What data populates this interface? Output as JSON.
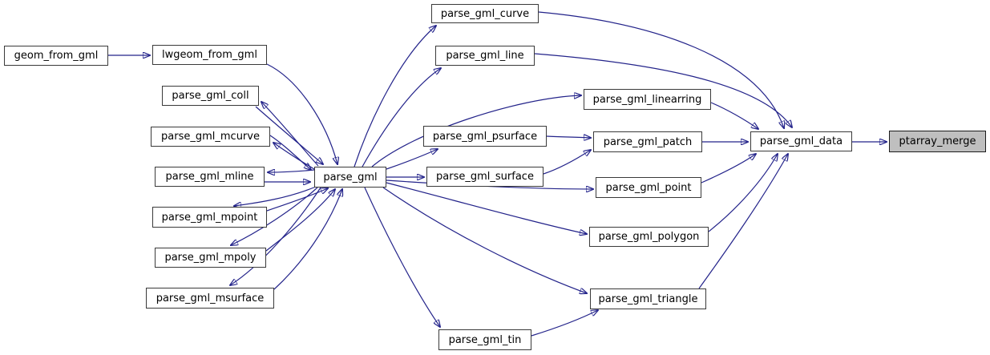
{
  "graph": {
    "kind": "function-call-graph",
    "colors": {
      "background": "#ffffff",
      "edge": "#23238a",
      "node_fill": "#ffffff",
      "node_border": "#3a3a3a",
      "highlighted_node_fill": "#bfbfbf"
    },
    "highlighted_node": "ptarray_merge",
    "nodes": [
      {
        "id": "geom_from_gml",
        "label": "geom_from_gml",
        "highlighted": false
      },
      {
        "id": "lwgeom_from_gml",
        "label": "lwgeom_from_gml",
        "highlighted": false
      },
      {
        "id": "parse_gml_coll",
        "label": "parse_gml_coll",
        "highlighted": false
      },
      {
        "id": "parse_gml_mcurve",
        "label": "parse_gml_mcurve",
        "highlighted": false
      },
      {
        "id": "parse_gml_mline",
        "label": "parse_gml_mline",
        "highlighted": false
      },
      {
        "id": "parse_gml_mpoint",
        "label": "parse_gml_mpoint",
        "highlighted": false
      },
      {
        "id": "parse_gml_mpoly",
        "label": "parse_gml_mpoly",
        "highlighted": false
      },
      {
        "id": "parse_gml_msurface",
        "label": "parse_gml_msurface",
        "highlighted": false
      },
      {
        "id": "parse_gml",
        "label": "parse_gml",
        "highlighted": false
      },
      {
        "id": "parse_gml_curve",
        "label": "parse_gml_curve",
        "highlighted": false
      },
      {
        "id": "parse_gml_line",
        "label": "parse_gml_line",
        "highlighted": false
      },
      {
        "id": "parse_gml_psurface",
        "label": "parse_gml_psurface",
        "highlighted": false
      },
      {
        "id": "parse_gml_surface",
        "label": "parse_gml_surface",
        "highlighted": false
      },
      {
        "id": "parse_gml_tin",
        "label": "parse_gml_tin",
        "highlighted": false
      },
      {
        "id": "parse_gml_linearring",
        "label": "parse_gml_linearring",
        "highlighted": false
      },
      {
        "id": "parse_gml_patch",
        "label": "parse_gml_patch",
        "highlighted": false
      },
      {
        "id": "parse_gml_point",
        "label": "parse_gml_point",
        "highlighted": false
      },
      {
        "id": "parse_gml_polygon",
        "label": "parse_gml_polygon",
        "highlighted": false
      },
      {
        "id": "parse_gml_triangle",
        "label": "parse_gml_triangle",
        "highlighted": false
      },
      {
        "id": "parse_gml_data",
        "label": "parse_gml_data",
        "highlighted": false
      },
      {
        "id": "ptarray_merge",
        "label": "ptarray_merge",
        "highlighted": true
      }
    ],
    "edges": [
      {
        "from": "geom_from_gml",
        "to": "lwgeom_from_gml"
      },
      {
        "from": "lwgeom_from_gml",
        "to": "parse_gml"
      },
      {
        "from": "parse_gml",
        "to": "parse_gml_coll"
      },
      {
        "from": "parse_gml_coll",
        "to": "parse_gml"
      },
      {
        "from": "parse_gml",
        "to": "parse_gml_mcurve"
      },
      {
        "from": "parse_gml_mcurve",
        "to": "parse_gml"
      },
      {
        "from": "parse_gml",
        "to": "parse_gml_mline"
      },
      {
        "from": "parse_gml_mline",
        "to": "parse_gml"
      },
      {
        "from": "parse_gml",
        "to": "parse_gml_mpoint"
      },
      {
        "from": "parse_gml_mpoint",
        "to": "parse_gml"
      },
      {
        "from": "parse_gml",
        "to": "parse_gml_mpoly"
      },
      {
        "from": "parse_gml_mpoly",
        "to": "parse_gml"
      },
      {
        "from": "parse_gml",
        "to": "parse_gml_msurface"
      },
      {
        "from": "parse_gml_msurface",
        "to": "parse_gml"
      },
      {
        "from": "parse_gml",
        "to": "parse_gml_curve"
      },
      {
        "from": "parse_gml",
        "to": "parse_gml_line"
      },
      {
        "from": "parse_gml",
        "to": "parse_gml_linearring"
      },
      {
        "from": "parse_gml",
        "to": "parse_gml_psurface"
      },
      {
        "from": "parse_gml",
        "to": "parse_gml_surface"
      },
      {
        "from": "parse_gml",
        "to": "parse_gml_point"
      },
      {
        "from": "parse_gml",
        "to": "parse_gml_polygon"
      },
      {
        "from": "parse_gml",
        "to": "parse_gml_triangle"
      },
      {
        "from": "parse_gml",
        "to": "parse_gml_tin"
      },
      {
        "from": "parse_gml_curve",
        "to": "parse_gml_data"
      },
      {
        "from": "parse_gml_line",
        "to": "parse_gml_data"
      },
      {
        "from": "parse_gml_linearring",
        "to": "parse_gml_data"
      },
      {
        "from": "parse_gml_psurface",
        "to": "parse_gml_patch"
      },
      {
        "from": "parse_gml_surface",
        "to": "parse_gml_patch"
      },
      {
        "from": "parse_gml_patch",
        "to": "parse_gml_data"
      },
      {
        "from": "parse_gml_point",
        "to": "parse_gml_data"
      },
      {
        "from": "parse_gml_polygon",
        "to": "parse_gml_data"
      },
      {
        "from": "parse_gml_triangle",
        "to": "parse_gml_data"
      },
      {
        "from": "parse_gml_tin",
        "to": "parse_gml_triangle"
      },
      {
        "from": "parse_gml_data",
        "to": "ptarray_merge"
      }
    ]
  }
}
